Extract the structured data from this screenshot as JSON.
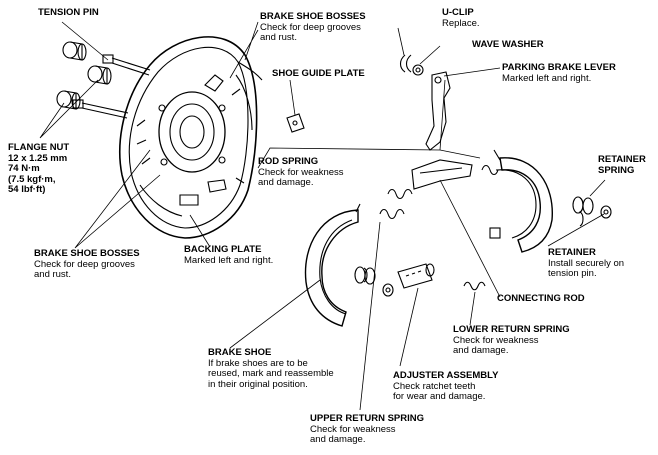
{
  "labels": {
    "tension_pin": {
      "title": "TENSION PIN"
    },
    "brake_shoe_bosses_top": {
      "title": "BRAKE SHOE BOSSES",
      "desc": [
        "Check for deep grooves",
        "and rust."
      ]
    },
    "u_clip": {
      "title": "U-CLIP",
      "desc": [
        "Replace."
      ]
    },
    "wave_washer": {
      "title": "WAVE WASHER"
    },
    "shoe_guide_plate": {
      "title": "SHOE GUIDE PLATE"
    },
    "parking_brake_lever": {
      "title": "PARKING BRAKE LEVER",
      "desc": [
        "Marked left and right."
      ]
    },
    "flange_nut": {
      "title": "FLANGE NUT",
      "desc": [
        "12 x 1.25 mm",
        "74 N·m",
        "(7.5 kgf·m,",
        "54 lbf·ft)"
      ]
    },
    "rod_spring": {
      "title": "ROD SPRING",
      "desc": [
        "Check for weakness",
        "and damage."
      ]
    },
    "retainer_spring": {
      "title": [
        "RETAINER",
        "SPRING"
      ]
    },
    "brake_shoe_bosses_bottom": {
      "title": "BRAKE SHOE BOSSES",
      "desc": [
        "Check for deep grooves",
        "and rust."
      ]
    },
    "backing_plate": {
      "title": "BACKING PLATE",
      "desc": [
        "Marked left and right."
      ]
    },
    "retainer": {
      "title": "RETAINER",
      "desc": [
        "Install securely on",
        "tension pin."
      ]
    },
    "connecting_rod": {
      "title": "CONNECTING ROD"
    },
    "lower_return_spring": {
      "title": "LOWER RETURN SPRING",
      "desc": [
        "Check for weakness",
        "and damage."
      ]
    },
    "brake_shoe": {
      "title": "BRAKE SHOE",
      "desc": [
        "If brake shoes are to be",
        "reused, mark and reassemble",
        "in their original position."
      ]
    },
    "adjuster_assembly": {
      "title": "ADJUSTER ASSEMBLY",
      "desc": [
        "Check ratchet teeth",
        "for wear and damage."
      ]
    },
    "upper_return_spring": {
      "title": "UPPER RETURN SPRING",
      "desc": [
        "Check for weakness",
        "and damage."
      ]
    }
  }
}
